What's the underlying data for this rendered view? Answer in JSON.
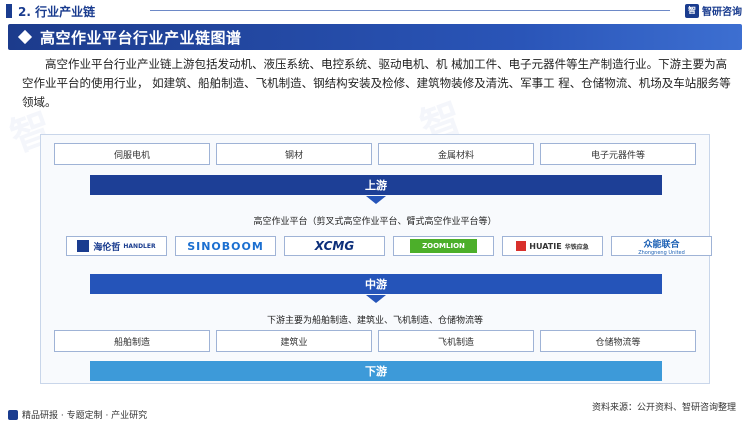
{
  "header": {
    "section_label": "2. 行业产业链",
    "brand_name": "智研咨询",
    "brand_logo_text": "智"
  },
  "title": "高空作业平台行业产业链图谱",
  "description": "高空作业平台行业产业链上游包括发动机、液压系统、电控系统、驱动电机、机 械加工件、电子元器件等生产制造行业。下游主要为高空作业平台的使用行业， 如建筑、船舶制造、飞机制造、钢结构安装及检修、建筑物装修及清洗、军事工 程、仓储物流、机场及车站服务等领域。",
  "upstream": {
    "items": [
      "伺服电机",
      "钢材",
      "金属材料",
      "电子元器件等"
    ],
    "label": "上游"
  },
  "midstream": {
    "title": "高空作业平台（剪叉式高空作业平台、臂式高空作业平台等）",
    "logos": [
      {
        "text": "海伦哲",
        "sub": "HANDLER"
      },
      {
        "text": "SINOBOOM"
      },
      {
        "text": "XCMG"
      },
      {
        "text": "ZOOMLION"
      },
      {
        "text": "HUATIE",
        "sub": "华铁应急"
      },
      {
        "text": "众能联合",
        "sub": "Zhongneng United"
      }
    ],
    "label": "中游"
  },
  "downstream": {
    "title": "下游主要为船舶制造、建筑业、飞机制造、仓储物流等",
    "items": [
      "船舶制造",
      "建筑业",
      "飞机制造",
      "仓储物流等"
    ],
    "label": "下游"
  },
  "footer": {
    "left": "精品研报 · 专题定制 · 产业研究",
    "source": "资料来源：公开资料、智研咨询整理"
  },
  "colors": {
    "primary": "#1a3c8f",
    "midstream": "#2554b9",
    "downstream": "#3d9ad9"
  }
}
